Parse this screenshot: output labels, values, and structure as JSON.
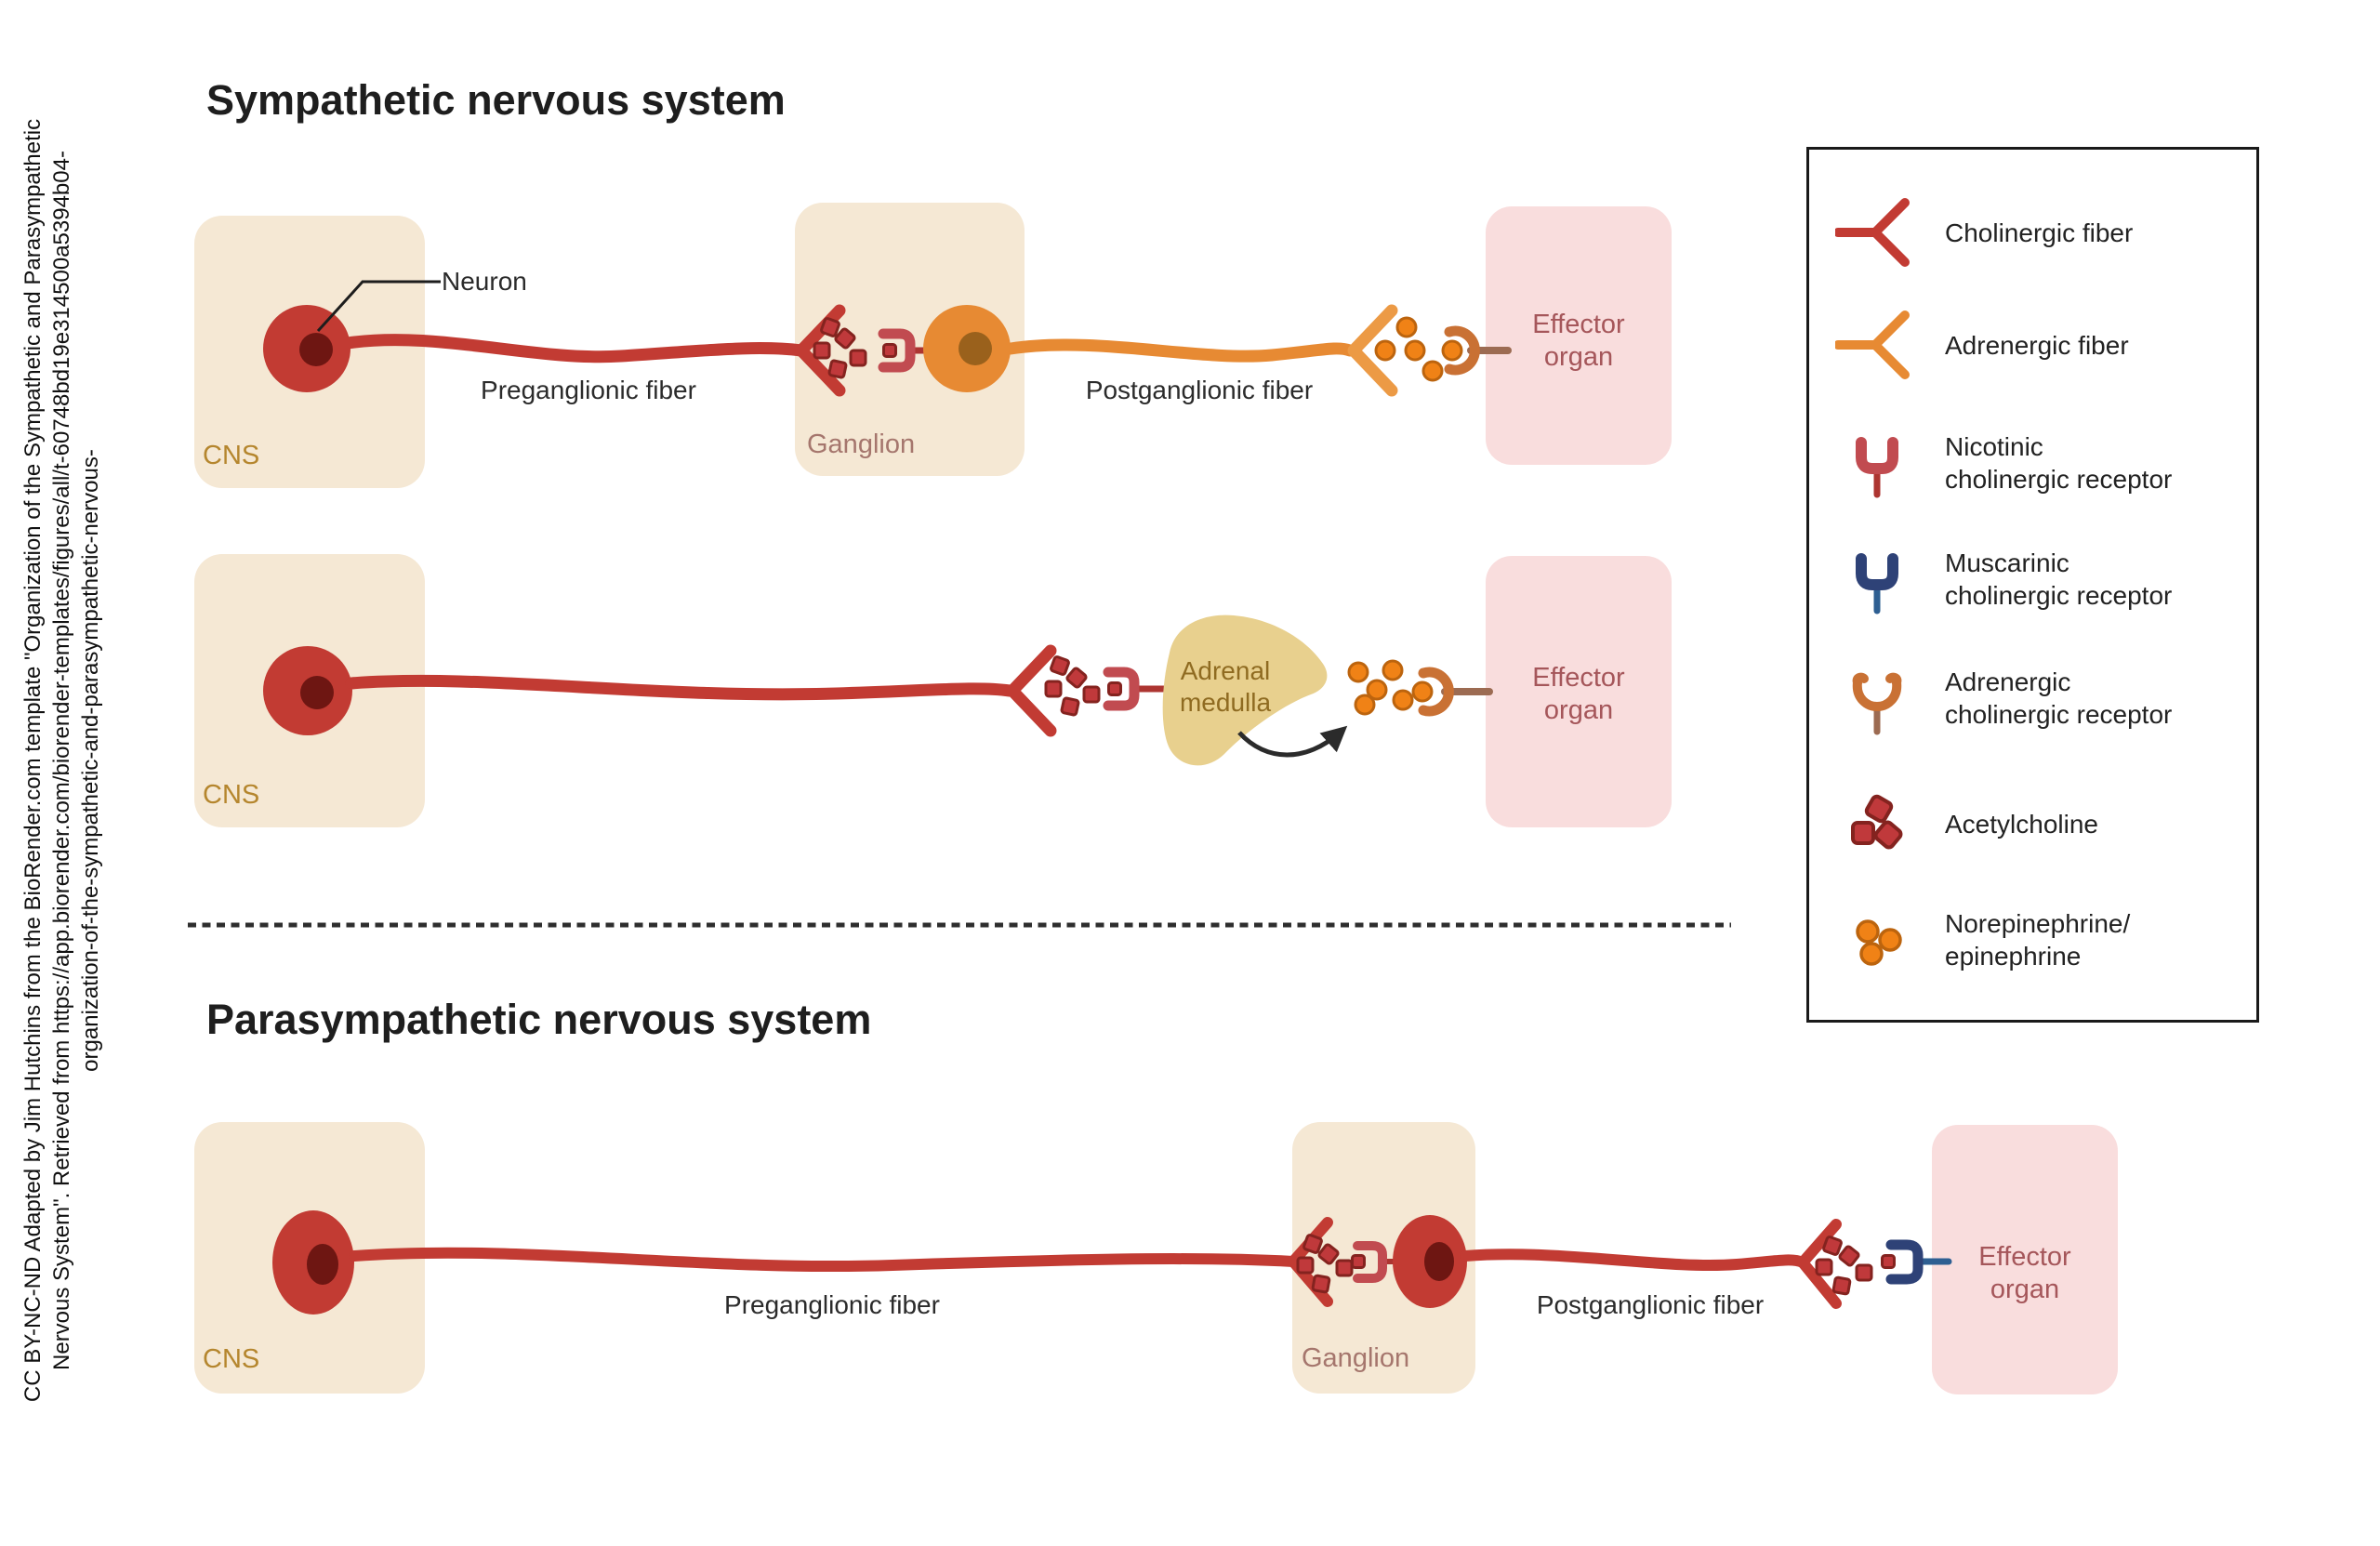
{
  "titles": {
    "sympathetic": "Sympathetic nervous system",
    "parasympathetic": "Parasympathetic nervous system"
  },
  "labels": {
    "neuron": "Neuron",
    "preganglionic_fiber": "Preganglionic fiber",
    "postganglionic_fiber": "Postganglionic fiber",
    "cns": "CNS",
    "ganglion": "Ganglion",
    "effector_line1": "Effector",
    "effector_line2": "organ",
    "adrenal_line1": "Adrenal",
    "adrenal_line2": "medulla"
  },
  "legend": {
    "items": [
      {
        "icon": "cholinergic-fiber-icon",
        "line1": "Cholinergic fiber",
        "line2": ""
      },
      {
        "icon": "adrenergic-fiber-icon",
        "line1": "Adrenergic fiber",
        "line2": ""
      },
      {
        "icon": "nicotinic-receptor-icon",
        "line1": "Nicotinic",
        "line2": "cholinergic receptor"
      },
      {
        "icon": "muscarinic-receptor-icon",
        "line1": "Muscarinic",
        "line2": "cholinergic receptor"
      },
      {
        "icon": "adrenergic-receptor-icon",
        "line1": "Adrenergic",
        "line2": "cholinergic receptor"
      },
      {
        "icon": "acetylcholine-icon",
        "line1": "Acetylcholine",
        "line2": ""
      },
      {
        "icon": "norepinephrine-icon",
        "line1": "Norepinephrine/",
        "line2": "epinephrine"
      }
    ]
  },
  "attribution": {
    "line1": "CC BY-NC-ND Adapted by Jim Hutchins from the BioRender.com template \"Organization of the Sympathetic and Parasympathetic",
    "line2": "Nervous System\". Retrieved from https://app.biorender.com/biorender-templates/figures/all/t-60748bd19e314500a5394b04-",
    "line3": "organization-of-the-sympathetic-and-parasympathetic-nervous-"
  },
  "colors": {
    "cholinergic_red": "#c23b33",
    "neuron_nucleus_red": "#6e1612",
    "adrenergic_orange": "#e78a33",
    "adrenergic_terminal_orange": "#ec9a45",
    "orange_nucleus": "#9a611c",
    "acetylcholine_fill": "#c0393b",
    "acetylcholine_stroke": "#84231f",
    "norepinephrine_fill": "#f08216",
    "norepinephrine_stroke": "#bc640e",
    "nicotinic_receptor": "#c14b50",
    "nicotinic_stem": "#ad3531",
    "muscarinic_receptor": "#2e4277",
    "muscarinic_stem": "#2e5f92",
    "adrenergic_receptor": "#c97134",
    "adrenergic_receptor_stem": "#9c6b52",
    "cns_box": "#f5e8d4",
    "effector_box": "#f9dddd",
    "adrenal_blob": "#e8d08e",
    "cns_label": "#b5862e",
    "ganglion_label": "#a5766d",
    "effector_label": "#a5565a",
    "adrenal_label": "#8f6b21",
    "divider": "#2e2e2e"
  }
}
